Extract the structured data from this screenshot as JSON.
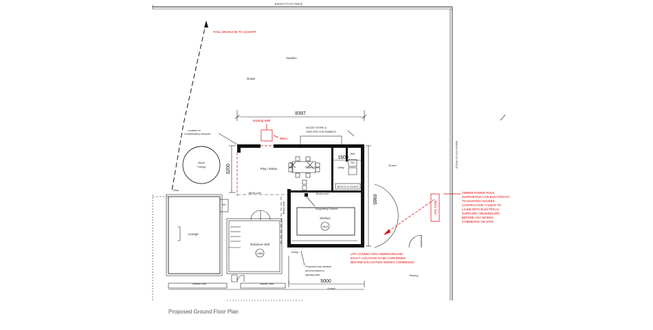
{
  "title": "Proposed Ground Floor Plan",
  "dimensions": {
    "width_top": "8397",
    "height_left": "3200",
    "depth_right": "6985",
    "width_bottom": "5000",
    "utility_width": "1600"
  },
  "labels": {
    "fence_top": "RANCH STYLE FENCE",
    "fence_right": "RANCH STYLE FENCE",
    "foul_drainage": "FOUL DRAINAGE TO CESSPIT",
    "garden": "Garden",
    "grass": "Grass",
    "conservatory": [
      "Location of",
      "Conservatory removed"
    ],
    "block_paving": [
      "Block",
      "Paving"
    ],
    "existing_wall": "Existing Wall",
    "well": "WELL",
    "wood_store": [
      "WOOD STORE &",
      "SHELTER FOR RABBITS"
    ],
    "play_relax": "Play / Relax",
    "dining": "Dining",
    "utility": "Utility",
    "wm": "WM",
    "td": "T/D",
    "boots_coats": "BOOTS & COATS",
    "gravel_right": "Gravel",
    "gravel_bottom": "Gravel",
    "beam_over_1": "Beam over",
    "beam_over_2": "Beam over",
    "beam_over_vertical": "Beam over",
    "supporting_column": "Supporting Column",
    "kitchen": "Kitchen",
    "kitchen_level": "2510",
    "wc": "Wc",
    "lounge": "Lounge",
    "entrance_hall": "Entrance Hall",
    "hall_level": "2458",
    "step": "Step",
    "ramp": "Ramp",
    "new_window": [
      "Proposed new window",
      "and increased in",
      "opening size."
    ],
    "garden_bed_1": "Garden bed",
    "garden_bed_2": "Garden bed",
    "parking": "Parking",
    "lpg": [
      "LPG CONNECTION UNDERGROUND -",
      "EXACT LOCATION TO BE CONFIRMED",
      "BEFORE EXCAVATION WORKS COMMENCE!"
    ],
    "power_pole": [
      "TIMBER POWER POLE",
      "SUPPORTING LIVE ELECTRICITY",
      "TO EXISTING HOUSES -",
      "CONTRACTOR / CLIENT TO",
      "LIAISE WITH ELECTRICAL",
      "SUPPLIER / NEIGHBOURS",
      "BEFORE ANY WORKS",
      "COMMENCE ON SITE!"
    ],
    "lpg_tank": "LPG TANK"
  }
}
